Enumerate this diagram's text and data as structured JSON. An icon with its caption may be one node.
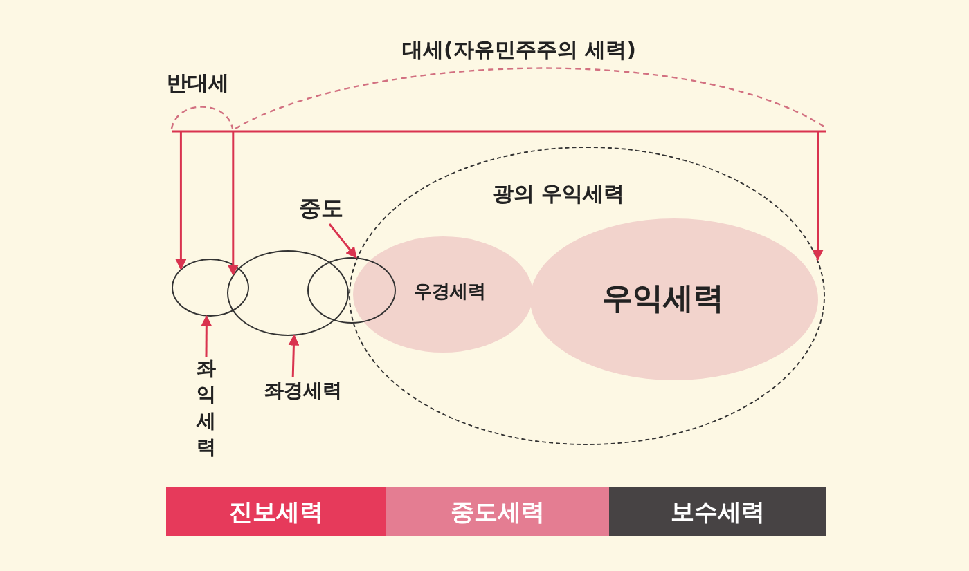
{
  "diagram": {
    "nodes": [
      {
        "text": [
          "반대세"
        ]
      },
      {
        "text": [
          "대세(자유민주주의 세력)"
        ]
      },
      {
        "text": [],
        "shape": "ellipse"
      },
      {
        "text": [],
        "shape": "ellipse"
      },
      {
        "text": [],
        "shape": "ellipse"
      },
      {
        "text": [
          "광의 우익세력"
        ]
      },
      {
        "text": [
          "우경세력"
        ],
        "in": 5
      },
      {
        "text": [
          "우익세력"
        ],
        "in": 5
      },
      {
        "text": [
          "좌익세력"
        ]
      },
      {
        "text": [
          "좌경세력"
        ]
      },
      {
        "text": [
          "중도"
        ]
      },
      {
        "text": [
          "진보세력"
        ]
      },
      {
        "text": [
          "중도세력"
        ]
      },
      {
        "text": [
          "보수세력"
        ]
      }
    ],
    "edges": [
      {
        "from": null,
        "to": 2,
        "arrow": "to"
      },
      {
        "from": null,
        "to": 3,
        "arrow": "to"
      },
      {
        "from": null,
        "to": 5,
        "arrow": "to"
      },
      {
        "from": 8,
        "to": 2,
        "arrow": "to"
      },
      {
        "from": 9,
        "to": 3,
        "arrow": "to"
      },
      {
        "from": 10,
        "to": 4,
        "arrow": "to"
      }
    ]
  }
}
